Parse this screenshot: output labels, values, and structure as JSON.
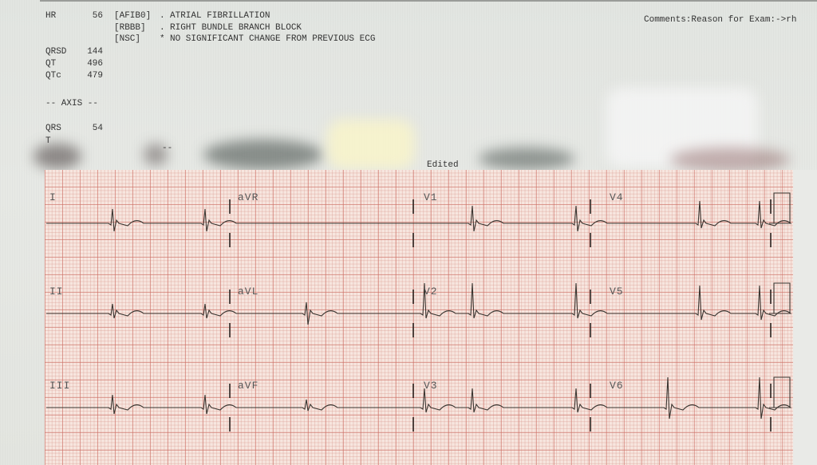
{
  "header": {
    "measurements": [
      {
        "label": "HR",
        "value": "56"
      },
      {
        "label": "QRSD",
        "value": "144"
      },
      {
        "label": "QT",
        "value": "496"
      },
      {
        "label": "QTc",
        "value": "479"
      }
    ],
    "statements": [
      {
        "code": "[AFIB0]",
        "sep": ".",
        "text": "ATRIAL FIBRILLATION"
      },
      {
        "code": "[RBBB]",
        "sep": ".",
        "text": "RIGHT BUNDLE BRANCH BLOCK"
      },
      {
        "code": "[NSC]",
        "sep": "*",
        "text": "NO SIGNIFICANT CHANGE FROM PREVIOUS ECG"
      }
    ],
    "axis_title": "-- AXIS --",
    "axis": [
      {
        "label": "QRS",
        "value": "54"
      },
      {
        "label": "T",
        "value": ""
      }
    ],
    "axis_fragment": "-- ",
    "comments": "Comments:Reason for Exam:->rh",
    "edited": "Edited"
  },
  "ecg": {
    "grid_color": "#cd6e64",
    "paper_color": "#f7e6df",
    "trace_color": "#3a3530",
    "rows": [
      {
        "leads": [
          "I",
          "aVR",
          "V1",
          "V4"
        ]
      },
      {
        "leads": [
          "II",
          "aVL",
          "V2",
          "V5"
        ]
      },
      {
        "leads": [
          "III",
          "aVF",
          "V3",
          "V6"
        ]
      }
    ]
  }
}
